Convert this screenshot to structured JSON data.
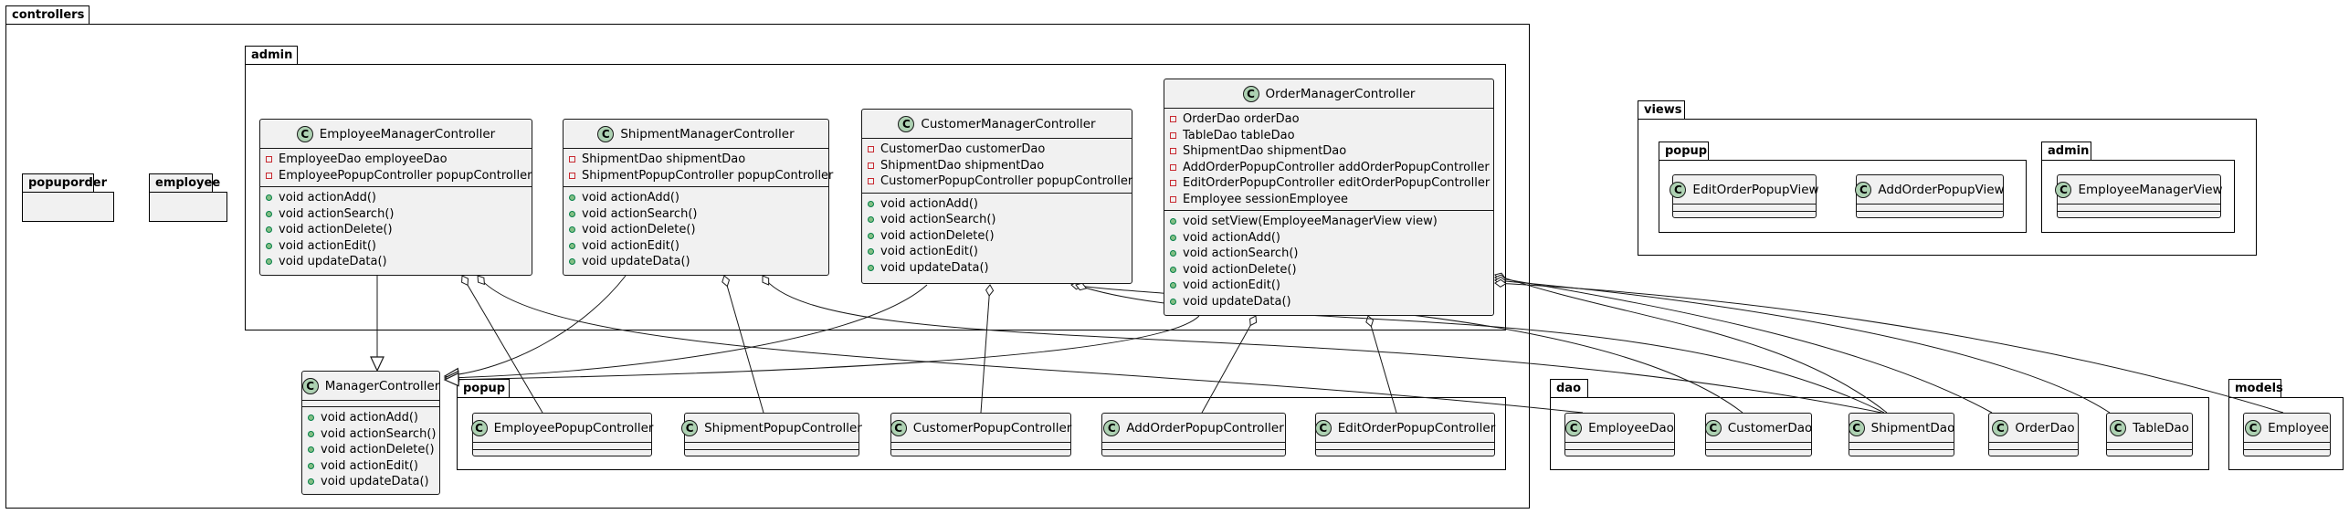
{
  "packages": {
    "controllers": "controllers",
    "admin": "admin",
    "popuporder": "popuporder",
    "employee": "employee",
    "popup": "popup",
    "views": "views",
    "views_popup": "popup",
    "views_admin": "admin",
    "dao": "dao",
    "models": "models"
  },
  "classes": {
    "order_mgr": {
      "name": "OrderManagerController",
      "fields": [
        "OrderDao orderDao",
        "TableDao tableDao",
        "ShipmentDao shipmentDao",
        "AddOrderPopupController addOrderPopupController",
        "EditOrderPopupController editOrderPopupController",
        "Employee sessionEmployee"
      ],
      "methods": [
        "void setView(EmployeeManagerView view)",
        "void actionAdd()",
        "void actionSearch()",
        "void actionDelete()",
        "void actionEdit()",
        "void updateData()"
      ]
    },
    "customer_mgr": {
      "name": "CustomerManagerController",
      "fields": [
        "CustomerDao customerDao",
        "ShipmentDao shipmentDao",
        "CustomerPopupController popupController"
      ],
      "methods": [
        "void actionAdd()",
        "void actionSearch()",
        "void actionDelete()",
        "void actionEdit()",
        "void updateData()"
      ]
    },
    "shipment_mgr": {
      "name": "ShipmentManagerController",
      "fields": [
        "ShipmentDao shipmentDao",
        "ShipmentPopupController popupController"
      ],
      "methods": [
        "void actionAdd()",
        "void actionSearch()",
        "void actionDelete()",
        "void actionEdit()",
        "void updateData()"
      ]
    },
    "employee_mgr": {
      "name": "EmployeeManagerController",
      "fields": [
        "EmployeeDao employeeDao",
        "EmployeePopupController popupController"
      ],
      "methods": [
        "void actionAdd()",
        "void actionSearch()",
        "void actionDelete()",
        "void actionEdit()",
        "void updateData()"
      ]
    },
    "manager": {
      "name": "ManagerController",
      "fields": [],
      "methods": [
        "void actionAdd()",
        "void actionSearch()",
        "void actionDelete()",
        "void actionEdit()",
        "void updateData()"
      ]
    },
    "employee_popup": {
      "name": "EmployeePopupController"
    },
    "shipment_popup": {
      "name": "ShipmentPopupController"
    },
    "customer_popup": {
      "name": "CustomerPopupController"
    },
    "add_order_popup": {
      "name": "AddOrderPopupController"
    },
    "edit_order_popup": {
      "name": "EditOrderPopupController"
    },
    "edit_order_view": {
      "name": "EditOrderPopupView"
    },
    "add_order_view": {
      "name": "AddOrderPopupView"
    },
    "employee_mgr_view": {
      "name": "EmployeeManagerView"
    },
    "employee_dao": {
      "name": "EmployeeDao"
    },
    "customer_dao": {
      "name": "CustomerDao"
    },
    "shipment_dao": {
      "name": "ShipmentDao"
    },
    "order_dao": {
      "name": "OrderDao"
    },
    "table_dao": {
      "name": "TableDao"
    },
    "employee_model": {
      "name": "Employee"
    }
  }
}
